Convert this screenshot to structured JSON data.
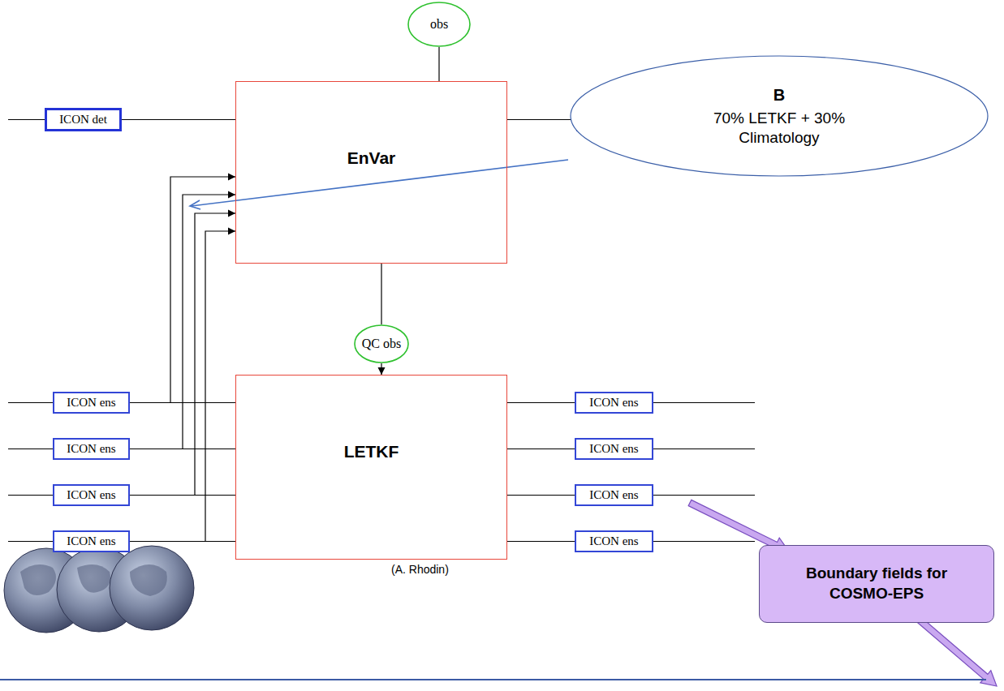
{
  "diagram": {
    "nodes": [
      {
        "text": [
          "obs"
        ]
      },
      {
        "text": [
          "ICON det"
        ]
      },
      {
        "text": [
          "EnVar"
        ]
      },
      {
        "text": [
          "ICON det"
        ]
      },
      {
        "text": [
          "B",
          "70% LETKF + 30% Climatology"
        ]
      },
      {
        "text": [
          "QC obs"
        ]
      },
      {
        "text": [
          "ICON ens"
        ]
      },
      {
        "text": [
          "LETKF"
        ]
      },
      {
        "text": [
          "ICON ens"
        ]
      },
      {
        "text": [
          "ICON ens"
        ]
      },
      {
        "text": [
          "ICON ens"
        ]
      },
      {
        "text": [
          "ICON ens"
        ]
      },
      {
        "text": [
          "ICON ens"
        ]
      },
      {
        "text": [
          "ICON ens"
        ]
      },
      {
        "text": [
          "ICON ens"
        ]
      },
      {
        "text": [
          "Boundary fields for COSMO-EPS"
        ]
      }
    ],
    "edges": [
      {
        "from": 0,
        "to": 2,
        "arrow": "none"
      },
      {
        "from": 1,
        "to": 2,
        "arrow": "none"
      },
      {
        "from": 2,
        "to": 3,
        "arrow": "none"
      },
      {
        "from": 2,
        "to": 5,
        "arrow": "none"
      },
      {
        "from": 5,
        "to": 7,
        "arrow": "to"
      },
      {
        "from": 6,
        "to": 2,
        "arrow": "to"
      },
      {
        "from": 9,
        "to": 2,
        "arrow": "to"
      },
      {
        "from": 11,
        "to": 2,
        "arrow": "to"
      },
      {
        "from": 13,
        "to": 2,
        "arrow": "to"
      },
      {
        "from": 6,
        "to": 7,
        "arrow": "none"
      },
      {
        "from": 9,
        "to": 7,
        "arrow": "none"
      },
      {
        "from": 11,
        "to": 7,
        "arrow": "none"
      },
      {
        "from": 13,
        "to": 7,
        "arrow": "none"
      },
      {
        "from": 7,
        "to": 8,
        "arrow": "none"
      },
      {
        "from": 7,
        "to": 10,
        "arrow": "none"
      },
      {
        "from": 7,
        "to": 12,
        "arrow": "none"
      },
      {
        "from": 7,
        "to": 14,
        "arrow": "none"
      }
    ],
    "labels": [
      "(A. Rhodin)"
    ]
  }
}
